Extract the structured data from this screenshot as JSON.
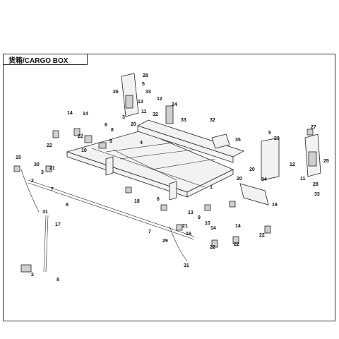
{
  "header": {
    "title": "货箱/CARGO BOX"
  },
  "callouts": [
    {
      "id": "c28a",
      "label": "28"
    },
    {
      "id": "c26",
      "label": "26"
    },
    {
      "id": "c5a",
      "label": "5"
    },
    {
      "id": "c33a",
      "label": "33"
    },
    {
      "id": "c13a",
      "label": "13"
    },
    {
      "id": "c12a",
      "label": "12"
    },
    {
      "id": "c11a",
      "label": "11"
    },
    {
      "id": "c24",
      "label": "24"
    },
    {
      "id": "c32a",
      "label": "32"
    },
    {
      "id": "c33b",
      "label": "33"
    },
    {
      "id": "c3a",
      "label": "3"
    },
    {
      "id": "c6a",
      "label": "6"
    },
    {
      "id": "c20a",
      "label": "20"
    },
    {
      "id": "c8a",
      "label": "8"
    },
    {
      "id": "c14a",
      "label": "14"
    },
    {
      "id": "c14b",
      "label": "14"
    },
    {
      "id": "c22a",
      "label": "22"
    },
    {
      "id": "c22b",
      "label": "22"
    },
    {
      "id": "c10a",
      "label": "10"
    },
    {
      "id": "c9a",
      "label": "9"
    },
    {
      "id": "c4",
      "label": "4"
    },
    {
      "id": "c35",
      "label": "35"
    },
    {
      "id": "c32b",
      "label": "32"
    },
    {
      "id": "c23",
      "label": "23"
    },
    {
      "id": "c27",
      "label": "27"
    },
    {
      "id": "c5b",
      "label": "5"
    },
    {
      "id": "c15",
      "label": "15"
    },
    {
      "id": "c30",
      "label": "30"
    },
    {
      "id": "c21a",
      "label": "21"
    },
    {
      "id": "c3b",
      "label": "3"
    },
    {
      "id": "c2a",
      "label": "2"
    },
    {
      "id": "c7a",
      "label": "7"
    },
    {
      "id": "c1",
      "label": "1"
    },
    {
      "id": "c20b",
      "label": "20"
    },
    {
      "id": "c34",
      "label": "34"
    },
    {
      "id": "c25",
      "label": "25"
    },
    {
      "id": "c12b",
      "label": "12"
    },
    {
      "id": "c11b",
      "label": "11"
    },
    {
      "id": "c28b",
      "label": "28"
    },
    {
      "id": "c33c",
      "label": "33"
    },
    {
      "id": "c8b",
      "label": "8"
    },
    {
      "id": "c31a",
      "label": "31"
    },
    {
      "id": "c17",
      "label": "17"
    },
    {
      "id": "c18",
      "label": "18"
    },
    {
      "id": "c6b",
      "label": "6"
    },
    {
      "id": "c19",
      "label": "19"
    },
    {
      "id": "c9b",
      "label": "9"
    },
    {
      "id": "c10b",
      "label": "10"
    },
    {
      "id": "c7b",
      "label": "7"
    },
    {
      "id": "c29",
      "label": "29"
    },
    {
      "id": "c21b",
      "label": "21"
    },
    {
      "id": "c16",
      "label": "16"
    },
    {
      "id": "c14c",
      "label": "14"
    },
    {
      "id": "c14d",
      "label": "14"
    },
    {
      "id": "c22c",
      "label": "22"
    },
    {
      "id": "c22d",
      "label": "22"
    },
    {
      "id": "c22e",
      "label": "22"
    },
    {
      "id": "c2b",
      "label": "2"
    },
    {
      "id": "c8c",
      "label": "8"
    },
    {
      "id": "c31b",
      "label": "31"
    },
    {
      "id": "c13b",
      "label": "13"
    },
    {
      "id": "c20c",
      "label": "20"
    }
  ]
}
